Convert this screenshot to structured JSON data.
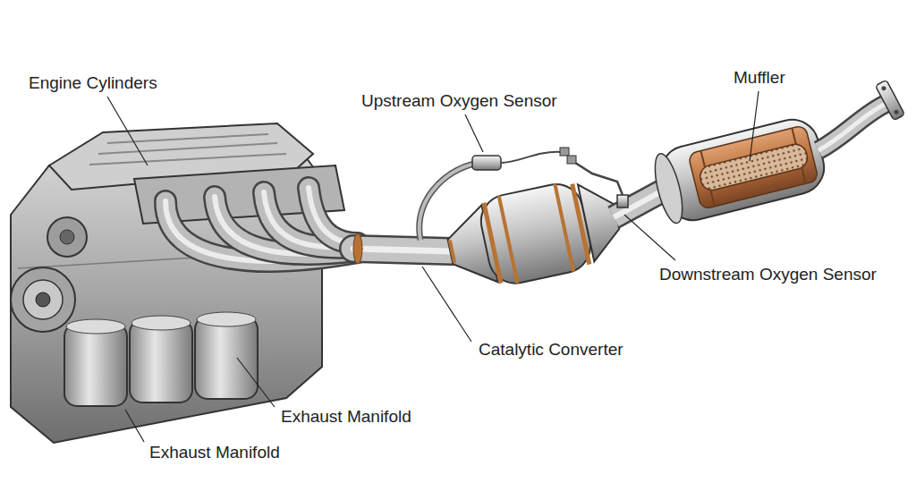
{
  "diagram": {
    "labels": [
      "Engine Cylinders",
      "Upstream Oxygen Sensor",
      "Muffler",
      "Downstream Oxygen Sensor",
      "Catalytic Converter",
      "Exhaust Manifold",
      "Exhaust Manifold"
    ]
  }
}
